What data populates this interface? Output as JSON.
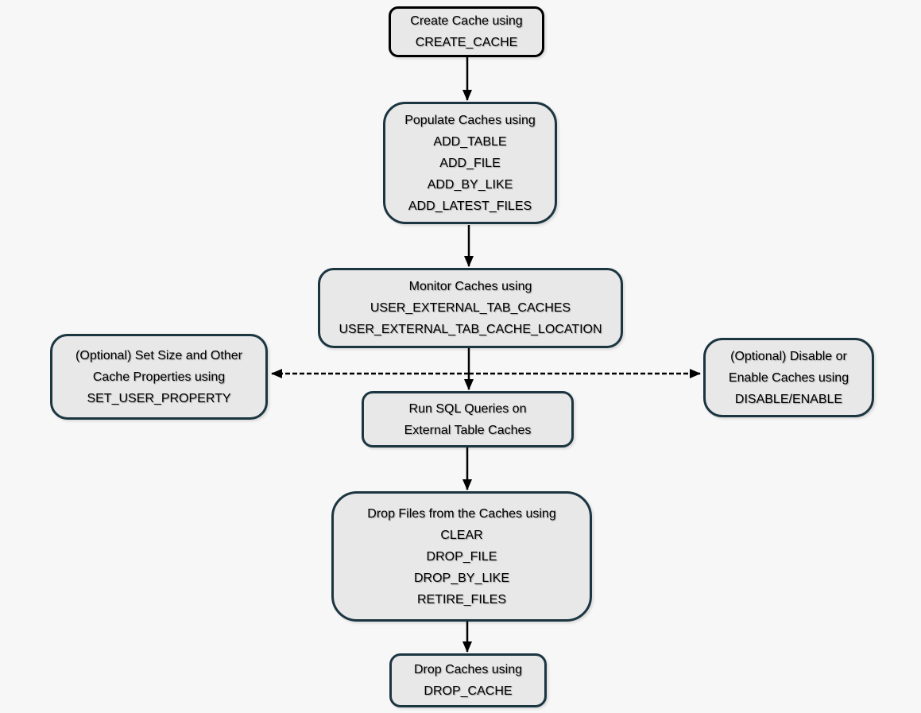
{
  "palette": {
    "background": "#f7f7f7",
    "node_fill": "#e9e8e8",
    "node_border": "#1b3541",
    "start_node_border": "#000000",
    "arrow": "#000000",
    "text": "#000000"
  },
  "nodes": [
    {
      "id": "create-cache",
      "lines": [
        "Create Cache using",
        "CREATE_CACHE"
      ]
    },
    {
      "id": "populate-caches",
      "lines": [
        "Populate Caches using",
        "ADD_TABLE",
        "ADD_FILE",
        "ADD_BY_LIKE",
        "ADD_LATEST_FILES"
      ]
    },
    {
      "id": "monitor-caches",
      "lines": [
        "Monitor Caches using",
        "USER_EXTERNAL_TAB_CACHES",
        "USER_EXTERNAL_TAB_CACHE_LOCATION"
      ]
    },
    {
      "id": "set-cache-properties",
      "lines": [
        "(Optional) Set Size and Other",
        "Cache Properties using",
        "SET_USER_PROPERTY"
      ]
    },
    {
      "id": "disable-enable-caches",
      "lines": [
        "(Optional) Disable or",
        "Enable Caches using",
        "DISABLE/ENABLE"
      ]
    },
    {
      "id": "run-sql-queries",
      "lines": [
        "Run SQL Queries on",
        "External Table Caches"
      ]
    },
    {
      "id": "drop-files",
      "lines": [
        "Drop Files from the Caches using",
        "CLEAR",
        "DROP_FILE",
        "DROP_BY_LIKE",
        "RETIRE_FILES"
      ]
    },
    {
      "id": "drop-caches",
      "lines": [
        "Drop Caches using",
        "DROP_CACHE"
      ]
    }
  ],
  "edges": [
    {
      "from": "create-cache",
      "to": "populate-caches",
      "style": "solid"
    },
    {
      "from": "populate-caches",
      "to": "monitor-caches",
      "style": "solid"
    },
    {
      "from": "monitor-caches",
      "to": "run-sql-queries",
      "style": "solid"
    },
    {
      "from": "monitor-caches",
      "to": "set-cache-properties",
      "style": "dashed"
    },
    {
      "from": "monitor-caches",
      "to": "disable-enable-caches",
      "style": "dashed"
    },
    {
      "from": "run-sql-queries",
      "to": "drop-files",
      "style": "solid"
    },
    {
      "from": "drop-files",
      "to": "drop-caches",
      "style": "solid"
    }
  ]
}
